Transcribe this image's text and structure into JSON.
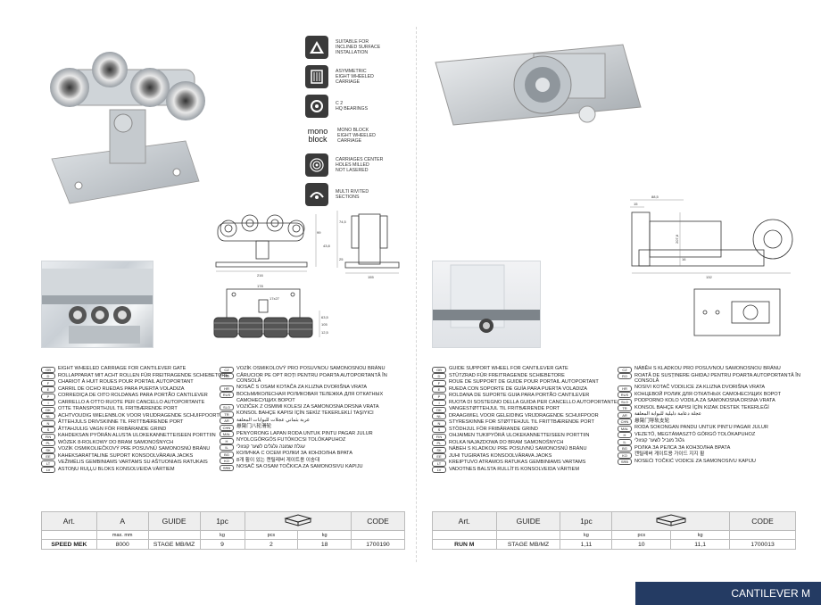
{
  "features": [
    {
      "icon": "inclined-surface-icon",
      "text": "SUITABLE FOR\nINCLINED SURFACE\nINSTALLATION"
    },
    {
      "icon": "asymmetric-carriage-icon",
      "text": "ASYMMETRIC\nEIGHT WHEELED\nCARRIAGE"
    },
    {
      "icon": "bearing-icon",
      "text": "C 2\nHQ BEARINGS"
    },
    {
      "icon": "mono-block-icon",
      "label1": "mono",
      "label2": "block",
      "text": "MONO BLOCK\nEIGHT WHEELED\nCARRIAGE"
    },
    {
      "icon": "milled-holes-icon",
      "text": "CARRIAGES CENTER\nHOLES MILLED\nNOT LASERED"
    },
    {
      "icon": "riveted-sections-icon",
      "text": "MULTI RIVITED\nSECTIONS"
    }
  ],
  "left_dims": {
    "a": "99",
    "b": "74,5",
    "c": "43,8",
    "d": "25",
    "e": "155",
    "f": "216",
    "g": "178",
    "h": "17x27",
    "i": "63,5",
    "j": "105",
    "k": "12,5"
  },
  "right_dims": {
    "a": "88,5",
    "b": "15",
    "c": "207,8",
    "d": "16",
    "e": "132"
  },
  "left_langs_col1": [
    {
      "code": "GB",
      "text": "EIGHT WHEELED CARRIAGE FOR CANTILEVER GATE"
    },
    {
      "code": "D",
      "text": "ROLLAPPARAT MIT ACHT ROLLEN FÜR FREITRAGENDE SCHIEBETORE"
    },
    {
      "code": "F",
      "text": "CHARIOT À HUIT ROUES POUR PORTAIL AUTOPORTANT"
    },
    {
      "code": "E",
      "text": "CARRIL DE OCHO RUEDAS PARA PUERTA VOLADIZA"
    },
    {
      "code": "P",
      "text": "CORREDIÇA DE OITO ROLDANAS PARA PORTÃO CANTILEVER"
    },
    {
      "code": "I",
      "text": "CARRELLO A OTTO RUOTE PER CANCELLO AUTOPORTANTE"
    },
    {
      "code": "DK",
      "text": "OTTE TRANSPORTHJUL TIL FRITBÆRENDE PORT"
    },
    {
      "code": "NL",
      "text": "ACHTVOUDIG WIELENBLOK VOOR VRIJDRAGENDE SCHUIFPOORT"
    },
    {
      "code": "N",
      "text": "ÅTTEHJULS DRIVSKINNE TIL FRITTBÆRENDE PORT"
    },
    {
      "code": "S",
      "text": "ÅTTAHJULIG VAGN FÖR FRIBÄRANDE GRIND"
    },
    {
      "code": "FIN",
      "text": "KAHDEKSAN PYÖRÄN ALUSTA ULOKEKANNETTEISEEN PORTTIIN"
    },
    {
      "code": "PL",
      "text": "WÓZEK 8-ROLKOWY DO BRAM SAMONOŚNYCH"
    },
    {
      "code": "SK",
      "text": "VOZÍK OSMIKOLIEČKOVÝ PRE POSUVNÚ SAMONOSNÚ BRÁNU"
    },
    {
      "code": "EE",
      "text": "KAHEKSARATTALINE SUPORT KONSOOLVÄRAVA JAOKS"
    },
    {
      "code": "LT",
      "text": "VEŽIMĖLIS GEMBINIAMS VARTAMS SU AŠTUONIAIS RATUKAIS"
    },
    {
      "code": "LV",
      "text": "ASTOŅU RUĻĻU BLOKS KONSOLVEIDA VĀRTIEM"
    }
  ],
  "left_langs_col2": [
    {
      "code": "CZ",
      "text": "VOZÍK OSMIKOLOVÝ PRO POSUVNOU SAMONOSNOU BRÁNU"
    },
    {
      "code": "RO",
      "text": "CĂRUCIOR PE OPT ROȚI PENTRU POARTA AUTOPORTANTĂ ÎN CONSOLĂ",
      "wrap": true
    },
    {
      "code": "HR",
      "text": "NOSAČ S OSAM KOTAČA ZA KLIZNA DVORIŠNA VRATA"
    },
    {
      "code": "RUS",
      "text": "ВОСЬМИКОЛЕСНАЯ РОЛИКОВАЯ ТЕЛЕЖКА ДЛЯ ОТКАТНЫХ САМОНЕСУЩИХ ВОРОТ",
      "wrap": true
    },
    {
      "code": "SLO",
      "text": "VOZIČEK Z OSMIMI KOLESI ZA SAMONOSNA DRSNA VRATA"
    },
    {
      "code": "TR",
      "text": "KONSOL BAHÇE KAPISI İÇİN SEKİZ TEKERLEKLİ TAŞIYICI"
    },
    {
      "code": "AR",
      "text": "عربة بثماني عجلات للبوابات المعلقة"
    },
    {
      "code": "CHN",
      "text": "悬臂门八轮滑轮"
    },
    {
      "code": "MAL",
      "text": "PENYORONG LAPAN RODA UNTUK PINTU PAGAR JULUR"
    },
    {
      "code": "H",
      "text": "NYOLCGÖRGŐS FUTÓKOCSI TOLÓKAPUHOZ"
    },
    {
      "code": "IL",
      "text": "עגלת שמונה גלגלים לשער קונזולי"
    },
    {
      "code": "BG",
      "text": "КОЛИЧКА С ОСЕМ РОЛКИ ЗА КОНЗОЛНА ВРАТА"
    },
    {
      "code": "KO",
      "text": "8개 휠이 있는 캔틸레버 게이트용 이송대"
    },
    {
      "code": "SRB",
      "text": "NOSAČ SA OSAM TOČKICA ZA SAMONOSIVU KAPIJU"
    }
  ],
  "right_langs_col1": [
    {
      "code": "GB",
      "text": "GUIDE SUPPORT WHEEL FOR CANTILEVER GATE"
    },
    {
      "code": "D",
      "text": "STÜTZRAD FÜR FREITRAGENDE SCHIEBETORE"
    },
    {
      "code": "F",
      "text": "ROUE DE SUPPORT DE GUIDE POUR PORTAIL AUTOPORTANT"
    },
    {
      "code": "E",
      "text": "RUEDA CON SOPORTE DE GUÍA PARA PUERTA VOLADIZA"
    },
    {
      "code": "P",
      "text": "ROLDANA DE SUPORTE GUIA PARA PORTÃO CANTILEVER"
    },
    {
      "code": "I",
      "text": "RUOTA DI SOSTEGNO DELLA GUIDA PER CANCELLO AUTOPORTANTE",
      "wrap": true
    },
    {
      "code": "DK",
      "text": "VANGESTØTTEHJUL TIL FRITBÆRENDE PORT"
    },
    {
      "code": "NL",
      "text": "DRAAGWIEL VOOR GELEIDING VRIJDRAGENDE SCHUIFPOOR"
    },
    {
      "code": "N",
      "text": "STYRESKINNE FOR STØTTEHJUL TIL FRITTBÆRENDE PORT"
    },
    {
      "code": "S",
      "text": "STÖDHJUL FÖR FRIBÄRANDE GRIND"
    },
    {
      "code": "FIN",
      "text": "OHJAIMEN TUKIPYÖRÄ ULOKEKANNETTEISEEN PORTTIIN"
    },
    {
      "code": "PL",
      "text": "ROLKA NAJAZDOWA DO BRAM SAMONOŚNYCH"
    },
    {
      "code": "SK",
      "text": "NÁBEH S KLADKOU PRE POSUVNÚ SAMONOSNÚ BRÁNU"
    },
    {
      "code": "EE",
      "text": "JUHI TUGIRATAS KONSOOLVÄRAVA JAOKS"
    },
    {
      "code": "LT",
      "text": "KREIPTUVO ATRAMOS RATUKAS GEMBINIAMS VARTAMS"
    },
    {
      "code": "LV",
      "text": "VADOTNES BALSTA RULLĪTIS KONSOLVEIDA VĀRTIEM"
    }
  ],
  "right_langs_col2": [
    {
      "code": "CZ",
      "text": "NÁBĚH S KLADKOU PRO POSUVNOU SAMONOSNOU BRÁNU"
    },
    {
      "code": "RO",
      "text": "ROATĂ DE SUSȚINERE GHIDAJ PENTRU POARTA AUTOPORTANTĂ ÎN CONSOLĂ",
      "wrap": true
    },
    {
      "code": "HR",
      "text": "NOSIVI KOTAČ VODILICE ZA KLIZNA DVORIŠNA VRATA"
    },
    {
      "code": "RUS",
      "text": "КОНЦЕВОЙ РОЛИК ДЛЯ ОТКАТНЫХ САМОНЕСУЩИХ ВОРОТ"
    },
    {
      "code": "SLO",
      "text": "PODPORNO KOLO VODILA ZA SAMONOSNA DRSNA VRATA"
    },
    {
      "code": "TR",
      "text": "KONSOL BAHÇE KAPISI İÇİN KIZAK DESTEK TEKERLEĞİ"
    },
    {
      "code": "AR",
      "text": "عجلة دعامة دليلية للبوابة المعلقة"
    },
    {
      "code": "CHN",
      "text": "悬臂门导轨支轮"
    },
    {
      "code": "MAL",
      "text": "RODA SOKONGAN PANDU UNTUK PINTU PAGAR JULUR"
    },
    {
      "code": "H",
      "text": "VEZETŐ, MEGTÁMASZTÓ GÖRGŐ TOLÓKAPUHOZ"
    },
    {
      "code": "IL",
      "text": "גלגל מוביל לשער קונזולי"
    },
    {
      "code": "BG",
      "text": "РОЛКА ЗА РЕЛСА ЗА КОНЗОЛНА ВРАТА"
    },
    {
      "code": "KO",
      "text": "캔틸레버 게이트용 가이드 지지 휠"
    },
    {
      "code": "SRB",
      "text": "NOSEĆI TOČKIĆ VODICE ZA SAMONOSIVU KAPIJU"
    }
  ],
  "left_table": {
    "headers": [
      "Art.",
      "A",
      "GUIDE",
      "1pc",
      "",
      "",
      "CODE"
    ],
    "units": [
      "",
      "max. mm",
      "",
      "kg",
      "pcs",
      "kg",
      ""
    ],
    "row": [
      "SPEED MEK",
      "8000",
      "STAGE MB/MZ",
      "9",
      "2",
      "18",
      "1700190"
    ]
  },
  "right_table": {
    "headers": [
      "Art.",
      "GUIDE",
      "1pc",
      "",
      "CODE"
    ],
    "units": [
      "",
      "",
      "kg",
      "pcs",
      "kg",
      ""
    ],
    "row": [
      "RUN M",
      "STAGE MB/MZ",
      "1,11",
      "10",
      "11,1",
      "1700013"
    ]
  },
  "footer": {
    "title": "CANTILEVER M"
  }
}
